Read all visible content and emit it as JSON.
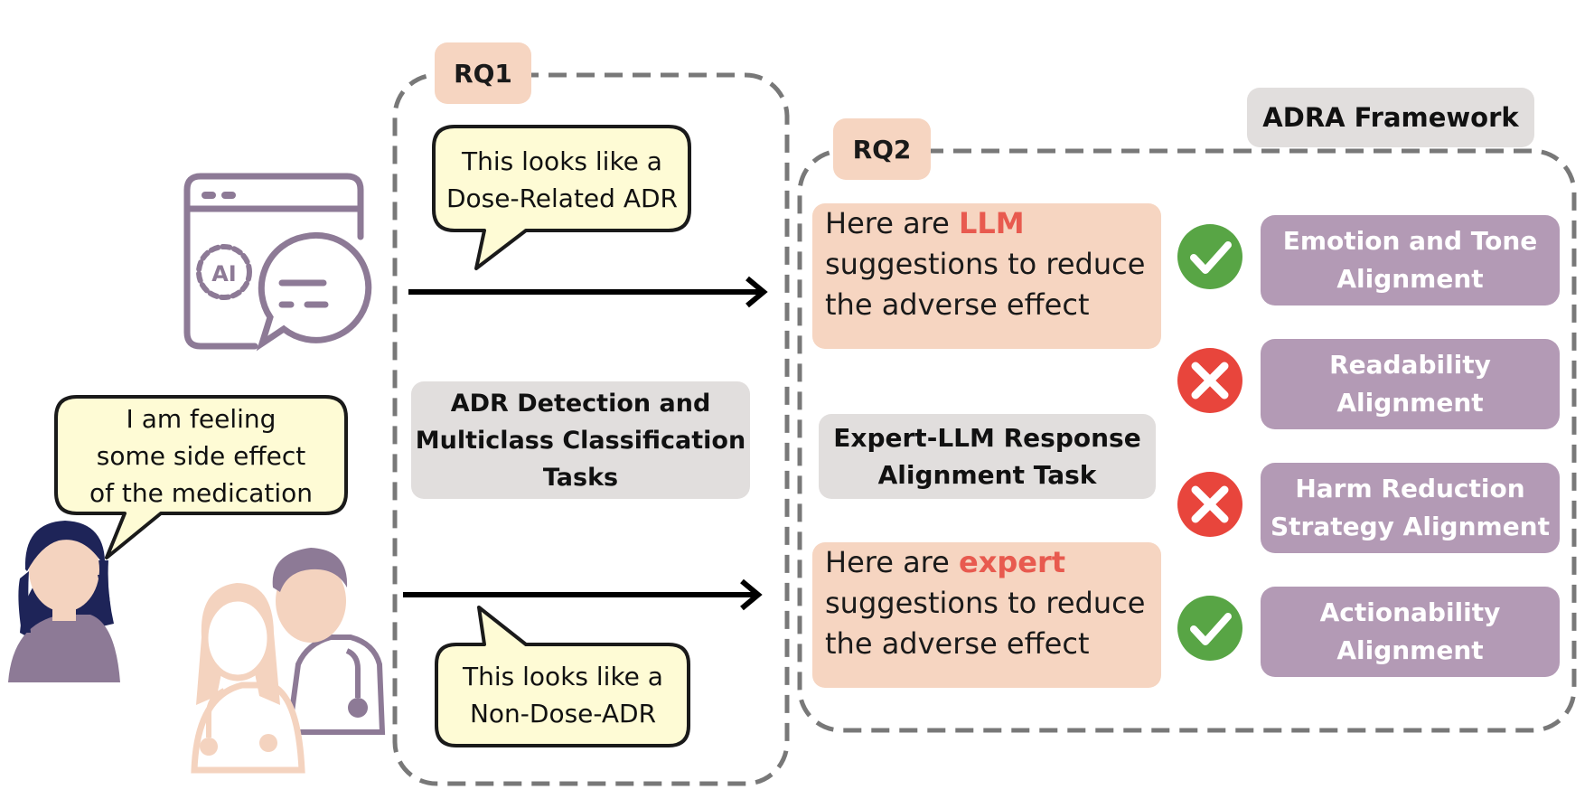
{
  "rq1": {
    "tag": "RQ1",
    "bubble_top": [
      "This looks like a",
      "Dose-Related ADR"
    ],
    "task_label": [
      "ADR Detection and",
      "Multiclass Classification",
      "Tasks"
    ],
    "bubble_bottom": [
      "This looks like a",
      "Non-Dose-ADR"
    ]
  },
  "patient_bubble": [
    "I am feeling",
    "some side effect",
    "of the medication"
  ],
  "ai_icon": {
    "label": "AI"
  },
  "rq2": {
    "tag": "RQ2",
    "llm_suggestion": {
      "prefix": "Here are ",
      "highlight": "LLM",
      "rest": [
        "suggestions to reduce",
        "the adverse effect"
      ]
    },
    "task_label": [
      "Expert-LLM Response",
      "Alignment Task"
    ],
    "expert_suggestion": {
      "prefix": "Here are ",
      "highlight": "expert",
      "rest": [
        "suggestions to reduce",
        "the adverse effect"
      ]
    }
  },
  "framework": {
    "title": "ADRA Framework",
    "criteria": [
      {
        "lines": [
          "Emotion and Tone",
          "Alignment"
        ],
        "status": "check"
      },
      {
        "lines": [
          "Readability",
          "Alignment"
        ],
        "status": "cross"
      },
      {
        "lines": [
          "Harm Reduction",
          "Strategy Alignment"
        ],
        "status": "cross"
      },
      {
        "lines": [
          "Actionability",
          "Alignment"
        ],
        "status": "check"
      }
    ]
  },
  "colors": {
    "tag": "#f6d5c1",
    "bubble": "#fefbd5",
    "grey_label": "#e1dedd",
    "criteria": "#b39ab5",
    "highlight": "#e85a4f",
    "check": "#58a545",
    "cross": "#e8453c",
    "icon_purple": "#8d7a96",
    "doctor_peach": "#f4d3bf"
  }
}
